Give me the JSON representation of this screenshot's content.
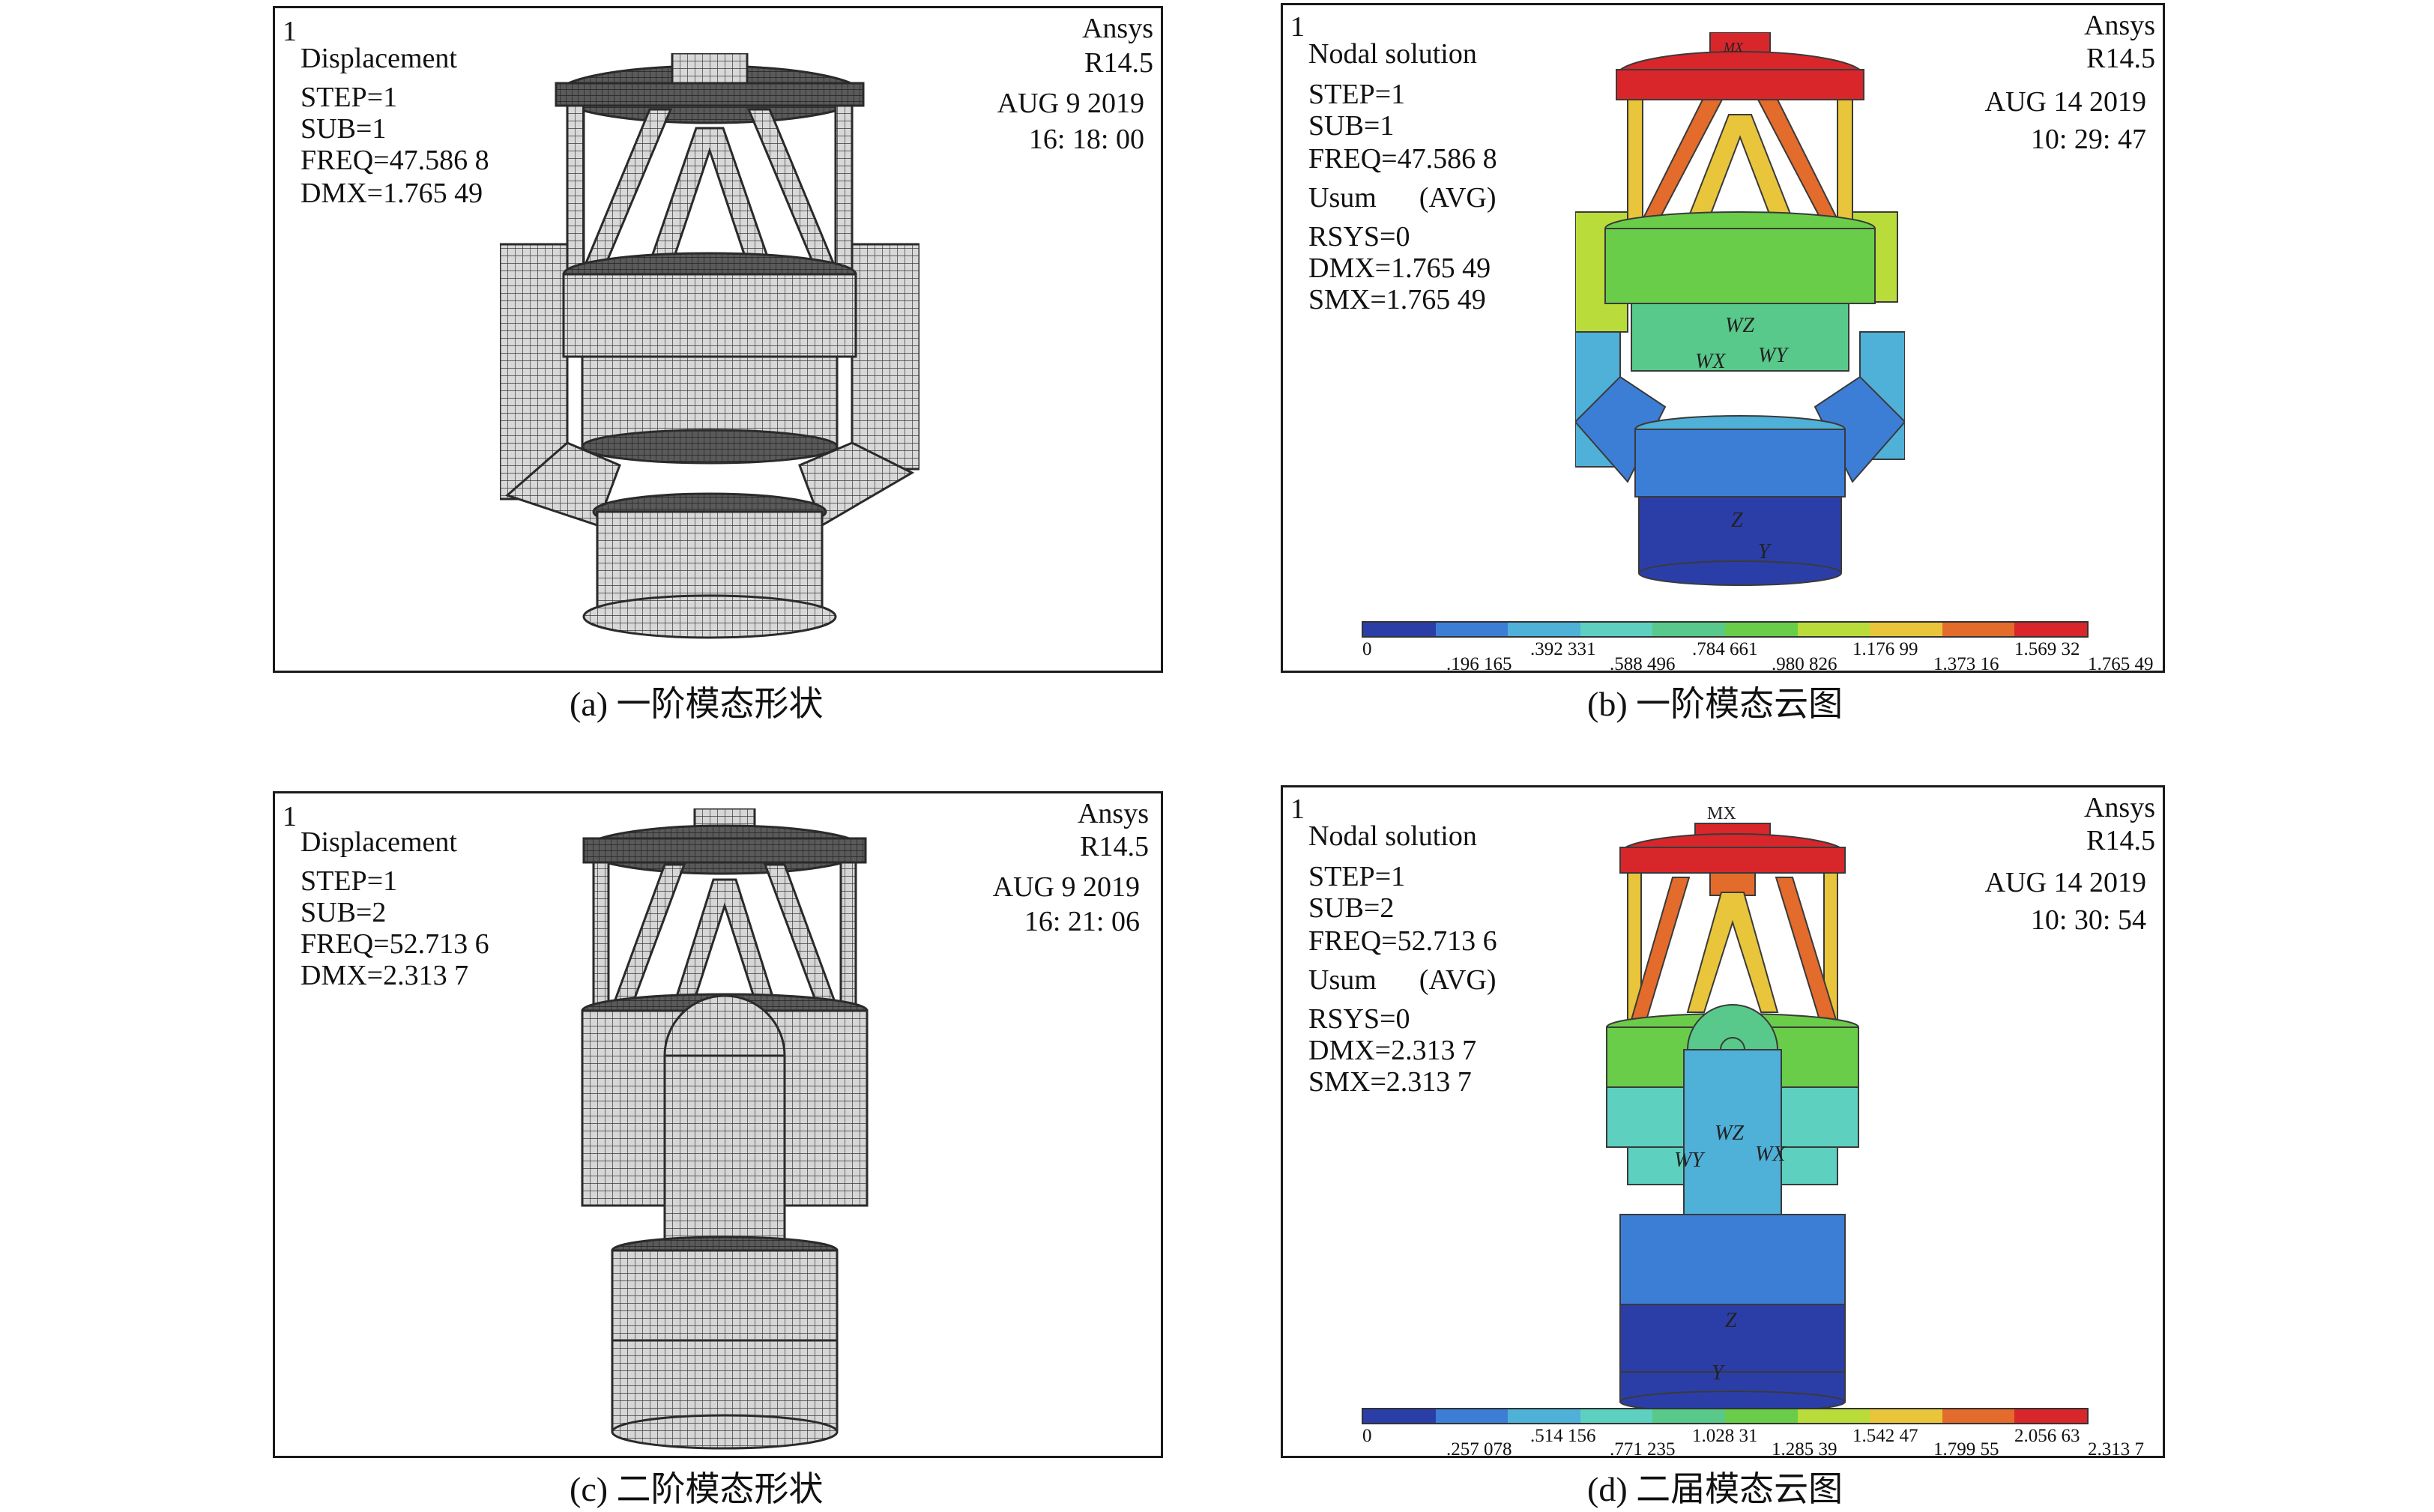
{
  "panels": {
    "a": {
      "num": "1",
      "brand": "Ansys",
      "version": "R14.5",
      "info": [
        "Displacement",
        "STEP=1",
        "SUB=1",
        "FREQ=47.586 8",
        "DMX=1.765 49"
      ],
      "date": "AUG 9 2019",
      "time": "16: 18: 00",
      "caption": "(a) 一阶模态形状"
    },
    "b": {
      "num": "1",
      "brand": "Ansys",
      "version": "R14.5",
      "info": [
        "Nodal solution",
        "STEP=1",
        "SUB=1",
        "FREQ=47.586 8",
        "Usum      (AVG)",
        "RSYS=0",
        "DMX=1.765 49",
        "SMX=1.765 49"
      ],
      "date": "AUG 14 2019",
      "time": "10: 29: 47",
      "axes": [
        "WZ",
        "WX",
        "WY",
        "Z",
        "Y",
        "MX"
      ],
      "colorbar": [
        "0",
        ".196 165",
        ".392 331",
        ".588 496",
        ".784 661",
        ".980 826",
        "1.176 99",
        "1.373 16",
        "1.569 32",
        "1.765 49"
      ],
      "caption": "(b) 一阶模态云图"
    },
    "c": {
      "num": "1",
      "brand": "Ansys",
      "version": "R14.5",
      "info": [
        "Displacement",
        "STEP=1",
        "SUB=2",
        "FREQ=52.713 6",
        "DMX=2.313 7"
      ],
      "date": "AUG 9 2019",
      "time": "16: 21: 06",
      "caption": "(c) 二阶模态形状"
    },
    "d": {
      "num": "1",
      "brand": "Ansys",
      "version": "R14.5",
      "info": [
        "Nodal solution",
        "STEP=1",
        "SUB=2",
        "FREQ=52.713 6",
        "Usum      (AVG)",
        "RSYS=0",
        "DMX=2.313 7",
        "SMX=2.313 7"
      ],
      "date": "AUG 14 2019",
      "time": "10: 30: 54",
      "axes": [
        "WZ",
        "WY",
        "WX",
        "Z",
        "Y",
        "MX"
      ],
      "colorbar": [
        "0",
        ".257 078",
        ".514 156",
        ".771 235",
        "1.028 31",
        "1.285 39",
        "1.542 47",
        "1.799 55",
        "2.056 63",
        "2.313 7"
      ],
      "caption": "(d) 二届模态云图"
    }
  },
  "colors": {
    "scale": [
      "#2b3ea8",
      "#3c7ed6",
      "#4fb0d8",
      "#5dd0c0",
      "#58c98a",
      "#6acd4a",
      "#b9dc3a",
      "#e8c53b",
      "#e36b2c",
      "#d8262a"
    ],
    "mesh": "#3a3a3a",
    "frame": "#1a1a1a"
  }
}
